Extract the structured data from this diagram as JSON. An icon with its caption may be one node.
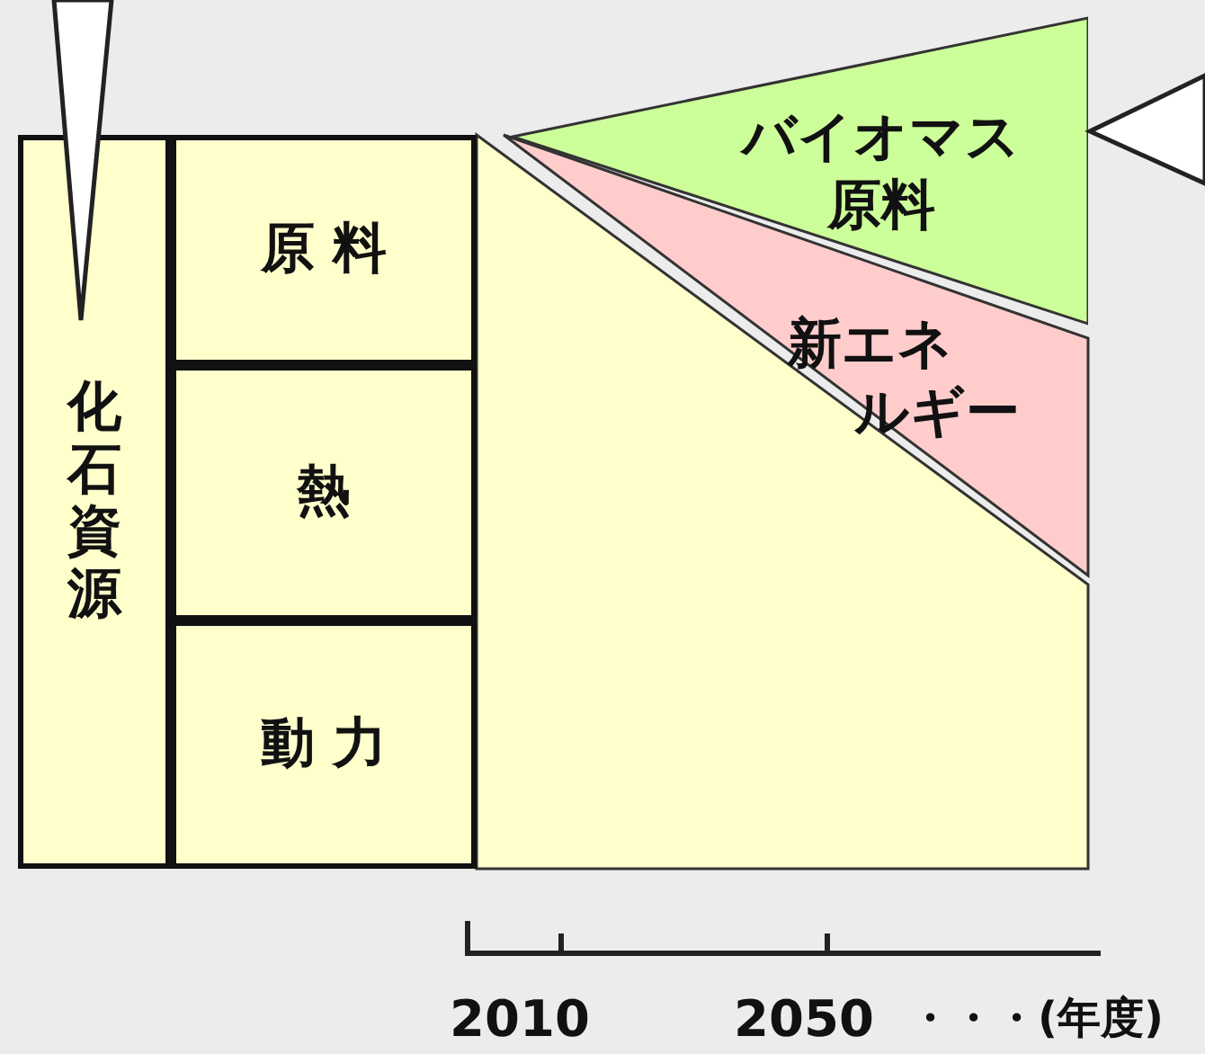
{
  "diagram": {
    "nodes": [
      {
        "text": [
          "化石資源"
        ]
      },
      {
        "text": [
          "原 料"
        ]
      },
      {
        "text": [
          "熱"
        ]
      },
      {
        "text": [
          "動 力"
        ]
      },
      {
        "text": [
          "バイオマス原料"
        ]
      },
      {
        "text": [
          "新エネルギー"
        ]
      },
      {
        "text": [],
        "shape": "callout"
      },
      {
        "text": [],
        "shape": "callout"
      }
    ],
    "labels": [
      "2010",
      "2050",
      "・・・(年度)"
    ]
  }
}
